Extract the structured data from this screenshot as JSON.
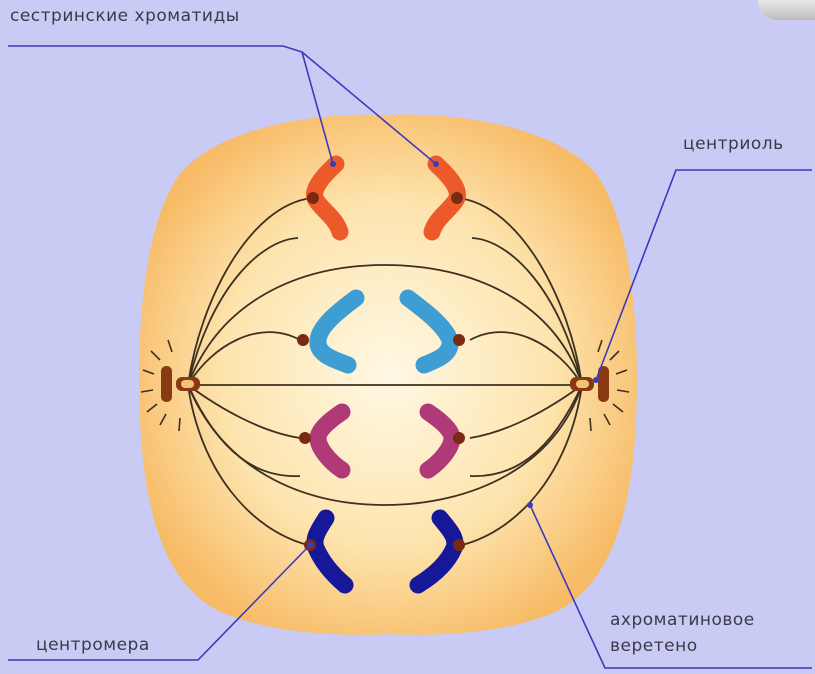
{
  "labels": {
    "sister_chromatids": "сестринские хроматиды",
    "centriole": "центриоль",
    "centromere": "центромера",
    "spindle_line1": "ахроматиновое",
    "spindle_line2": "веретено"
  },
  "colors": {
    "background": "#c9cbf4",
    "cell_fill": "#fde2a8",
    "cell_edge": "#f6b558",
    "spindle_fiber": "#3c3020",
    "centromere": "#7a2a10",
    "pointer_line": "#3b3bbd",
    "chromatid_orange": "#ec5a2a",
    "chromatid_blue": "#3e9ed4",
    "chromatid_magenta": "#b03a78",
    "chromatid_navy": "#16189a"
  }
}
